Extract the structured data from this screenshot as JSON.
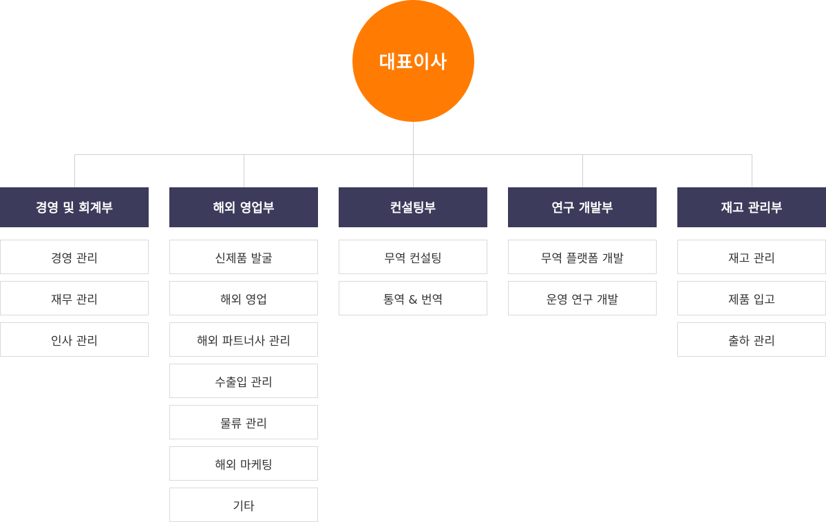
{
  "ceo": {
    "label": "대표이사"
  },
  "departments": [
    {
      "name": "경영 및 회계부",
      "items": [
        "경영 관리",
        "재무 관리",
        "인사 관리"
      ]
    },
    {
      "name": "해외 영업부",
      "items": [
        "신제품 발굴",
        "해외 영업",
        "해외 파트너사 관리",
        "수출입 관리",
        "물류 관리",
        "해외 마케팅",
        "기타"
      ]
    },
    {
      "name": "컨설팅부",
      "items": [
        "무역 컨설팅",
        "통역 & 번역"
      ]
    },
    {
      "name": "연구 개발부",
      "items": [
        "무역 플랫폼 개발",
        "운영 연구 개발"
      ]
    },
    {
      "name": "재고 관리부",
      "items": [
        "재고 관리",
        "제품 입고",
        "출하 관리"
      ]
    }
  ],
  "colors": {
    "ceo": "#ff7b02",
    "department": "#3c3b5b",
    "connector": "#cfcfd4",
    "item_border": "#d9d9d9"
  }
}
